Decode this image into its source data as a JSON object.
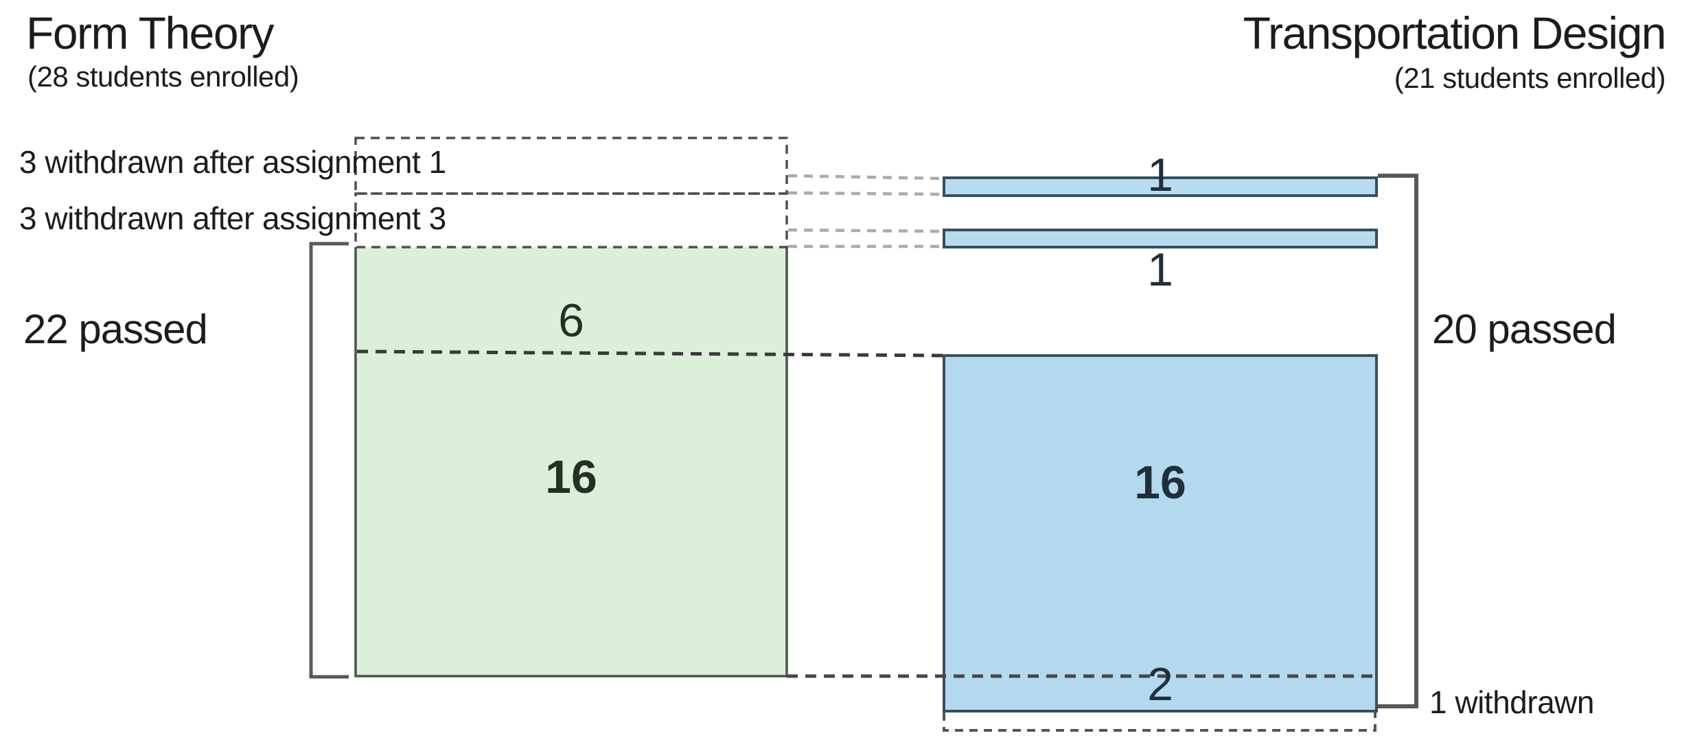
{
  "colors": {
    "background": "#ffffff",
    "green_fill": "#dcefd8",
    "green_border": "#49544a",
    "blue_fill": "#b3d9ef",
    "bar_fill": "#b7dcf1",
    "blue_border": "#3d4e5c",
    "bar_border": "#35505e",
    "dash_dark": "#4f4f4f",
    "dash_light": "#ababab",
    "bracket_gray": "#595959",
    "text": "#1c1c1c"
  },
  "left_course": {
    "title": "Form Theory",
    "subtitle": "(28 students enrolled)",
    "withdrawn_after_1": "3 withdrawn after assignment 1",
    "withdrawn_after_3": "3 withdrawn after assignment 3",
    "passed": "22 passed",
    "count_not_continued": "6",
    "count_continued": "16"
  },
  "right_course": {
    "title": "Transportation Design",
    "subtitle": "(21 students enrolled)",
    "bar1_count": "1",
    "bar2_count": "1",
    "count_from_left": "16",
    "count_other": "2",
    "passed": "20 passed",
    "withdrawn": "1 withdrawn"
  },
  "chart_data": {
    "type": "diagram",
    "subtype": "enrollment-flow",
    "courses": [
      {
        "name": "Form Theory",
        "enrolled": 28,
        "withdrawn_after_assignment_1": 3,
        "withdrawn_after_assignment_3": 3,
        "passed": 22,
        "passed_segments": {
          "did_not_continue": 6,
          "continued_to_transportation_design": 16
        }
      },
      {
        "name": "Transportation Design",
        "enrolled": 21,
        "passed": 20,
        "passed_segments": [
          1,
          1,
          16,
          2
        ],
        "from_form_theory": 16,
        "withdrawn": 1
      }
    ],
    "connections": [
      "withdrawn-after-assignment-1 row links to thin bar (1)",
      "withdrawn-after-assignment-3 row links to thin bar (1)",
      "16 passed Form Theory continue into 16 block of Transportation Design",
      "bottom of Form Theory block aligns with divider above 2 block"
    ]
  }
}
